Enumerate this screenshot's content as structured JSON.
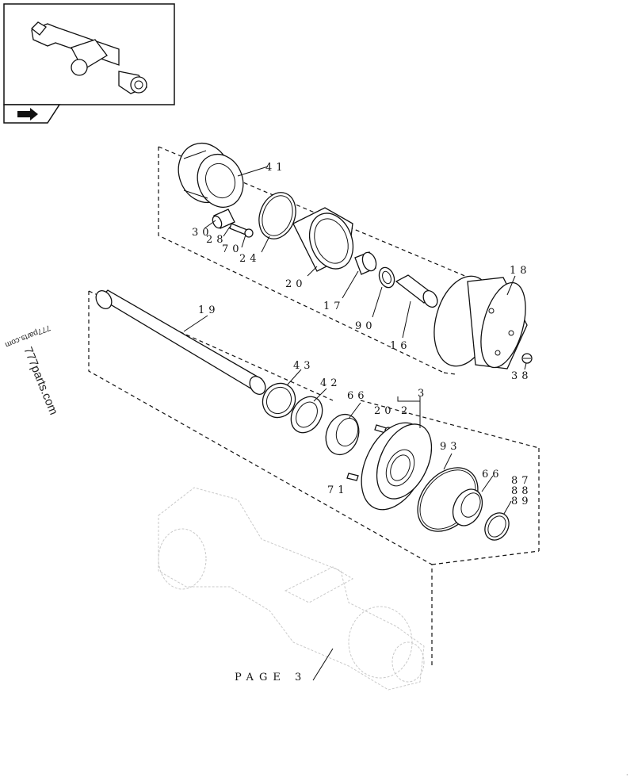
{
  "diagram": {
    "callouts": [
      {
        "id": "c41",
        "text": "41"
      },
      {
        "id": "c30",
        "text": "30"
      },
      {
        "id": "c28",
        "text": "28"
      },
      {
        "id": "c70",
        "text": "70"
      },
      {
        "id": "c24",
        "text": "24"
      },
      {
        "id": "c20",
        "text": "20"
      },
      {
        "id": "c17",
        "text": "17"
      },
      {
        "id": "c90",
        "text": "90"
      },
      {
        "id": "c16",
        "text": "16"
      },
      {
        "id": "c18",
        "text": "18"
      },
      {
        "id": "c38",
        "text": "38"
      },
      {
        "id": "c19",
        "text": "19"
      },
      {
        "id": "c43",
        "text": "43"
      },
      {
        "id": "c42",
        "text": "42"
      },
      {
        "id": "c66a",
        "text": "66"
      },
      {
        "id": "c3",
        "text": "3"
      },
      {
        "id": "c20b",
        "text": "20"
      },
      {
        "id": "c2",
        "text": "2"
      },
      {
        "id": "c71",
        "text": "71"
      },
      {
        "id": "c93",
        "text": "93"
      },
      {
        "id": "c66b",
        "text": "66"
      },
      {
        "id": "c87",
        "text": "87"
      },
      {
        "id": "c88",
        "text": "88"
      },
      {
        "id": "c89",
        "text": "89"
      }
    ],
    "page_ref": "PAGE 3",
    "watermark_main": "777parts.com",
    "watermark_small": "777parts.com"
  }
}
